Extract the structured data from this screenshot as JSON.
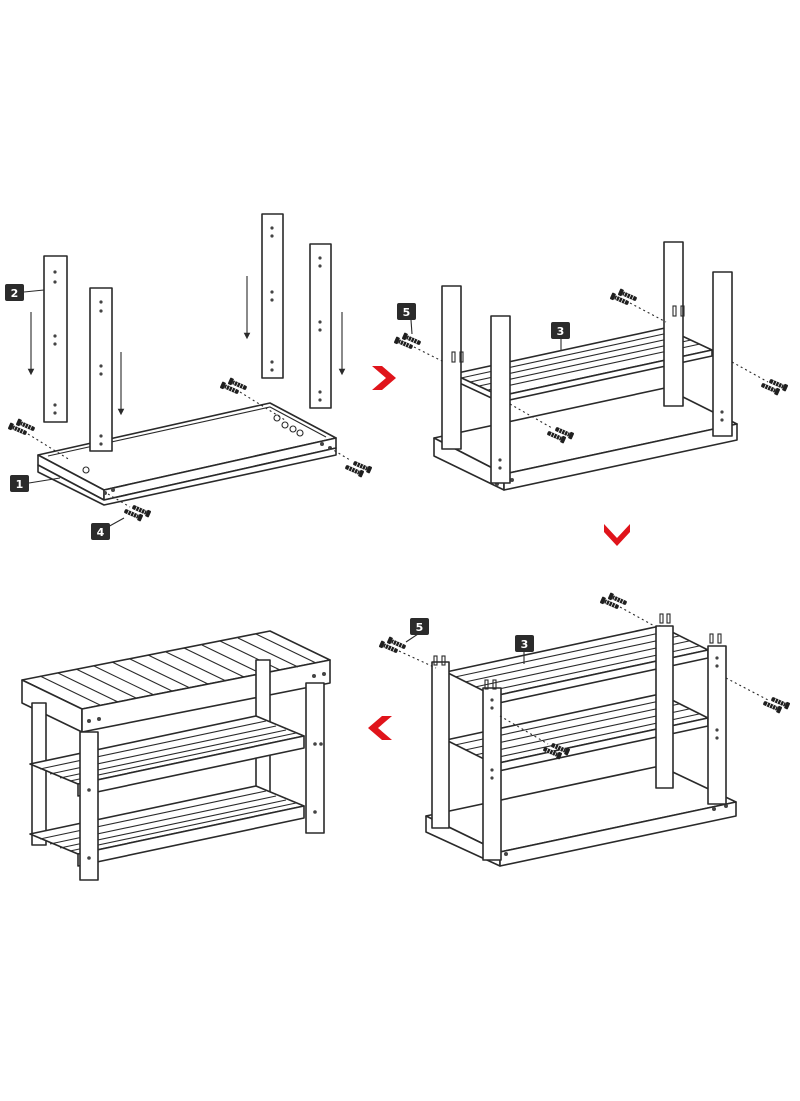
{
  "diagram": {
    "labels": {
      "part_1": "1",
      "part_2": "2",
      "part_3_step2": "3",
      "part_3_step3": "3",
      "part_4": "4",
      "part_5_step2": "5",
      "part_5_step3": "5"
    },
    "colors": {
      "line": "#2a2a2a",
      "badge_fill": "#2b2b2b",
      "badge_text": "#ffffff",
      "arrow": "#e0141b",
      "screw": "#1f1f1f"
    },
    "flow_arrows": [
      "chevron-right",
      "chevron-down",
      "chevron-left"
    ]
  }
}
